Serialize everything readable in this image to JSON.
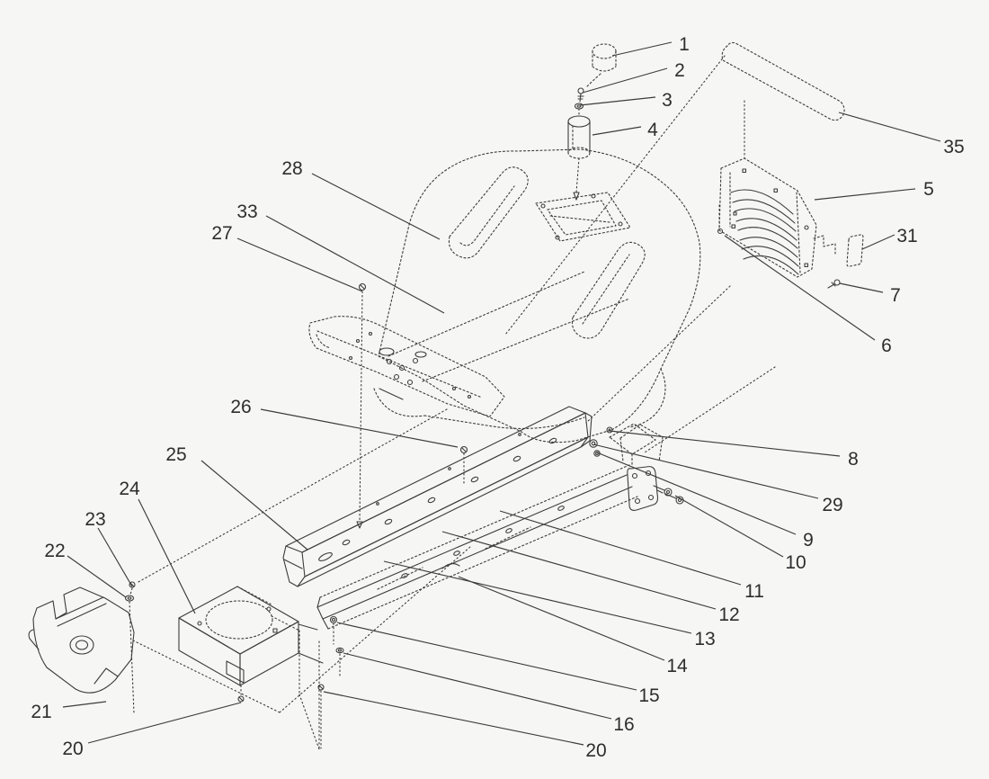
{
  "colors": {
    "background": "#f6f6f5",
    "line": "#3c3c3c",
    "label": "#2e2e2e"
  },
  "diagram": {
    "type": "exploded-parts-line-drawing",
    "description_visible_text_only": "numeric part callouts"
  },
  "callouts": [
    {
      "label": "1"
    },
    {
      "label": "2"
    },
    {
      "label": "3"
    },
    {
      "label": "4"
    },
    {
      "label": "35"
    },
    {
      "label": "5"
    },
    {
      "label": "31"
    },
    {
      "label": "7"
    },
    {
      "label": "6"
    },
    {
      "label": "28"
    },
    {
      "label": "33"
    },
    {
      "label": "27"
    },
    {
      "label": "26"
    },
    {
      "label": "25"
    },
    {
      "label": "24"
    },
    {
      "label": "23"
    },
    {
      "label": "22"
    },
    {
      "label": "21"
    },
    {
      "label": "20"
    },
    {
      "label": "8"
    },
    {
      "label": "29"
    },
    {
      "label": "9"
    },
    {
      "label": "10"
    },
    {
      "label": "11"
    },
    {
      "label": "12"
    },
    {
      "label": "13"
    },
    {
      "label": "14"
    },
    {
      "label": "15"
    },
    {
      "label": "16"
    },
    {
      "label": "20"
    }
  ]
}
